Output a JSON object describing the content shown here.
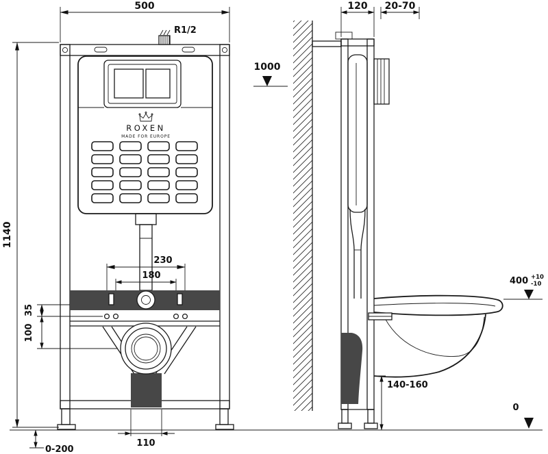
{
  "brand": {
    "name": "ROXEN",
    "tagline": "MADE FOR EUROPE"
  },
  "dims": {
    "frame_width": "500",
    "water_inlet_thread": "R1/2",
    "flush_plate_center_height": "1000",
    "frame_height": "1140",
    "fixing_spacing_outer": "230",
    "fixing_spacing_inner": "180",
    "rail_to_studs": "35",
    "studs_to_outlet": "100",
    "outlet_duct_width": "110",
    "foot_adjustment_range": "0-200",
    "frame_depth": "120",
    "plate_mounting_depth": "20-70",
    "bowl_rim_height": "400",
    "bowl_rim_tol_plus": "+10",
    "bowl_rim_tol_minus": "-10",
    "outlet_height_range": "140-160",
    "floor_level": "0"
  },
  "colors": {
    "line": "#1a1a1a",
    "dark_fill": "#474747",
    "background": "#ffffff"
  }
}
